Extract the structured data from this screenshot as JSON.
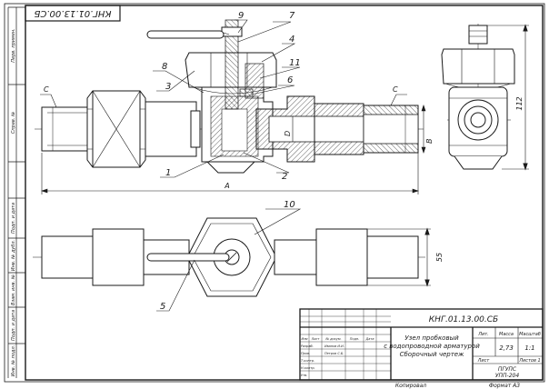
{
  "stamp_code": "КНГ.01.13.00.СБ",
  "tb_code": "КНГ.01.13.00.СБ",
  "tb_title": [
    "Узел пробковый",
    "с водопроводной арматурой",
    "Сборочный чертеж"
  ],
  "tb_col_lit": "Лит.",
  "tb_col_mass": "Масса",
  "tb_col_scale": "Масштаб",
  "tb_mass": "2,73",
  "tb_scale": "1:1",
  "tb_sheet": "Лист",
  "tb_sheets": "Листов 1",
  "tb_org1": "ПГУПС",
  "tb_org2": "УПП-204",
  "tb_rows": [
    "Изм",
    "Лист",
    "№ докум.",
    "Подп.",
    "Дата"
  ],
  "tb_names": [
    "Разраб.",
    "Пров.",
    "Т.контр.",
    "Н.контр.",
    "Утв."
  ],
  "tb_people": [
    "Иванов И.И.",
    "Петров С.Б."
  ],
  "bottom_copy": "Копировал",
  "bottom_format": "Формат  А3",
  "side_labels": [
    "Перв. примен.",
    "Справ. №",
    "Подп. и дата",
    "Инв. № дубл.",
    "Взам. инв. №",
    "Подп. и дата",
    "Инв. № подл."
  ],
  "callouts": {
    "c1": "1",
    "c2": "2",
    "c3": "3",
    "c4": "4",
    "c5": "5",
    "c6": "6",
    "c7": "7",
    "c8": "8",
    "c9": "9",
    "c10": "10",
    "c11": "11"
  },
  "dims": {
    "A": "А",
    "C_left": "С",
    "C_right": "С",
    "B": "В",
    "D": "D",
    "h112": "112",
    "h55": "55"
  }
}
